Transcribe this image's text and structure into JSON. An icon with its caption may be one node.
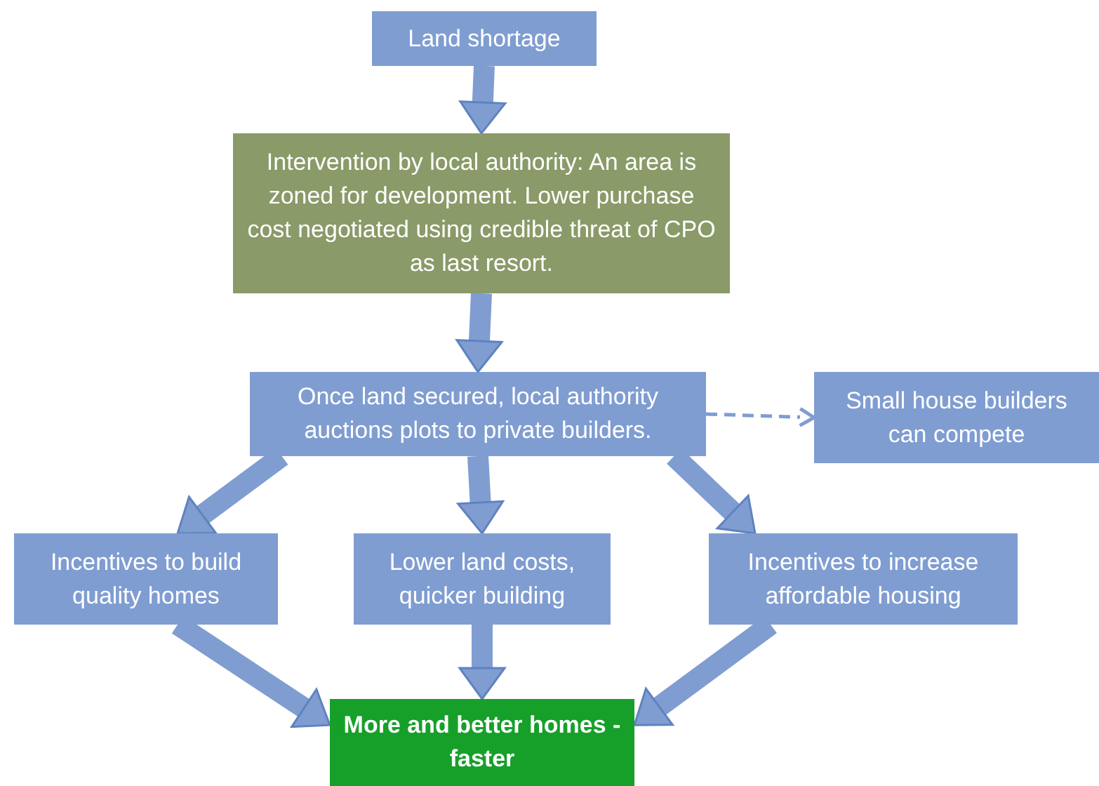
{
  "diagram": {
    "nodes": [
      {
        "text": [
          "Land shortage"
        ]
      },
      {
        "text": [
          "Intervention by local authority: An area is zoned for development. Lower purchase cost negotiated using credible threat of CPO as last resort."
        ]
      },
      {
        "text": [
          "Once land secured, local authority auctions plots to private builders."
        ]
      },
      {
        "text": [
          "Small house builders can compete"
        ]
      },
      {
        "text": [
          "Incentives to build quality homes"
        ]
      },
      {
        "text": [
          "Lower land costs, quicker building"
        ]
      },
      {
        "text": [
          "Incentives to increase affordable housing"
        ]
      },
      {
        "text": [
          "More and better homes - faster"
        ]
      }
    ],
    "edges": [
      {
        "from": 0,
        "to": 1,
        "arrow": "to"
      },
      {
        "from": 1,
        "to": 2,
        "arrow": "to"
      },
      {
        "from": 2,
        "to": 3,
        "arrow": "to",
        "style": "dashed"
      },
      {
        "from": 2,
        "to": 4,
        "arrow": "to"
      },
      {
        "from": 2,
        "to": 5,
        "arrow": "to"
      },
      {
        "from": 2,
        "to": 6,
        "arrow": "to"
      },
      {
        "from": 4,
        "to": 7,
        "arrow": "to"
      },
      {
        "from": 5,
        "to": 7,
        "arrow": "to"
      },
      {
        "from": 6,
        "to": 7,
        "arrow": "to"
      }
    ]
  }
}
